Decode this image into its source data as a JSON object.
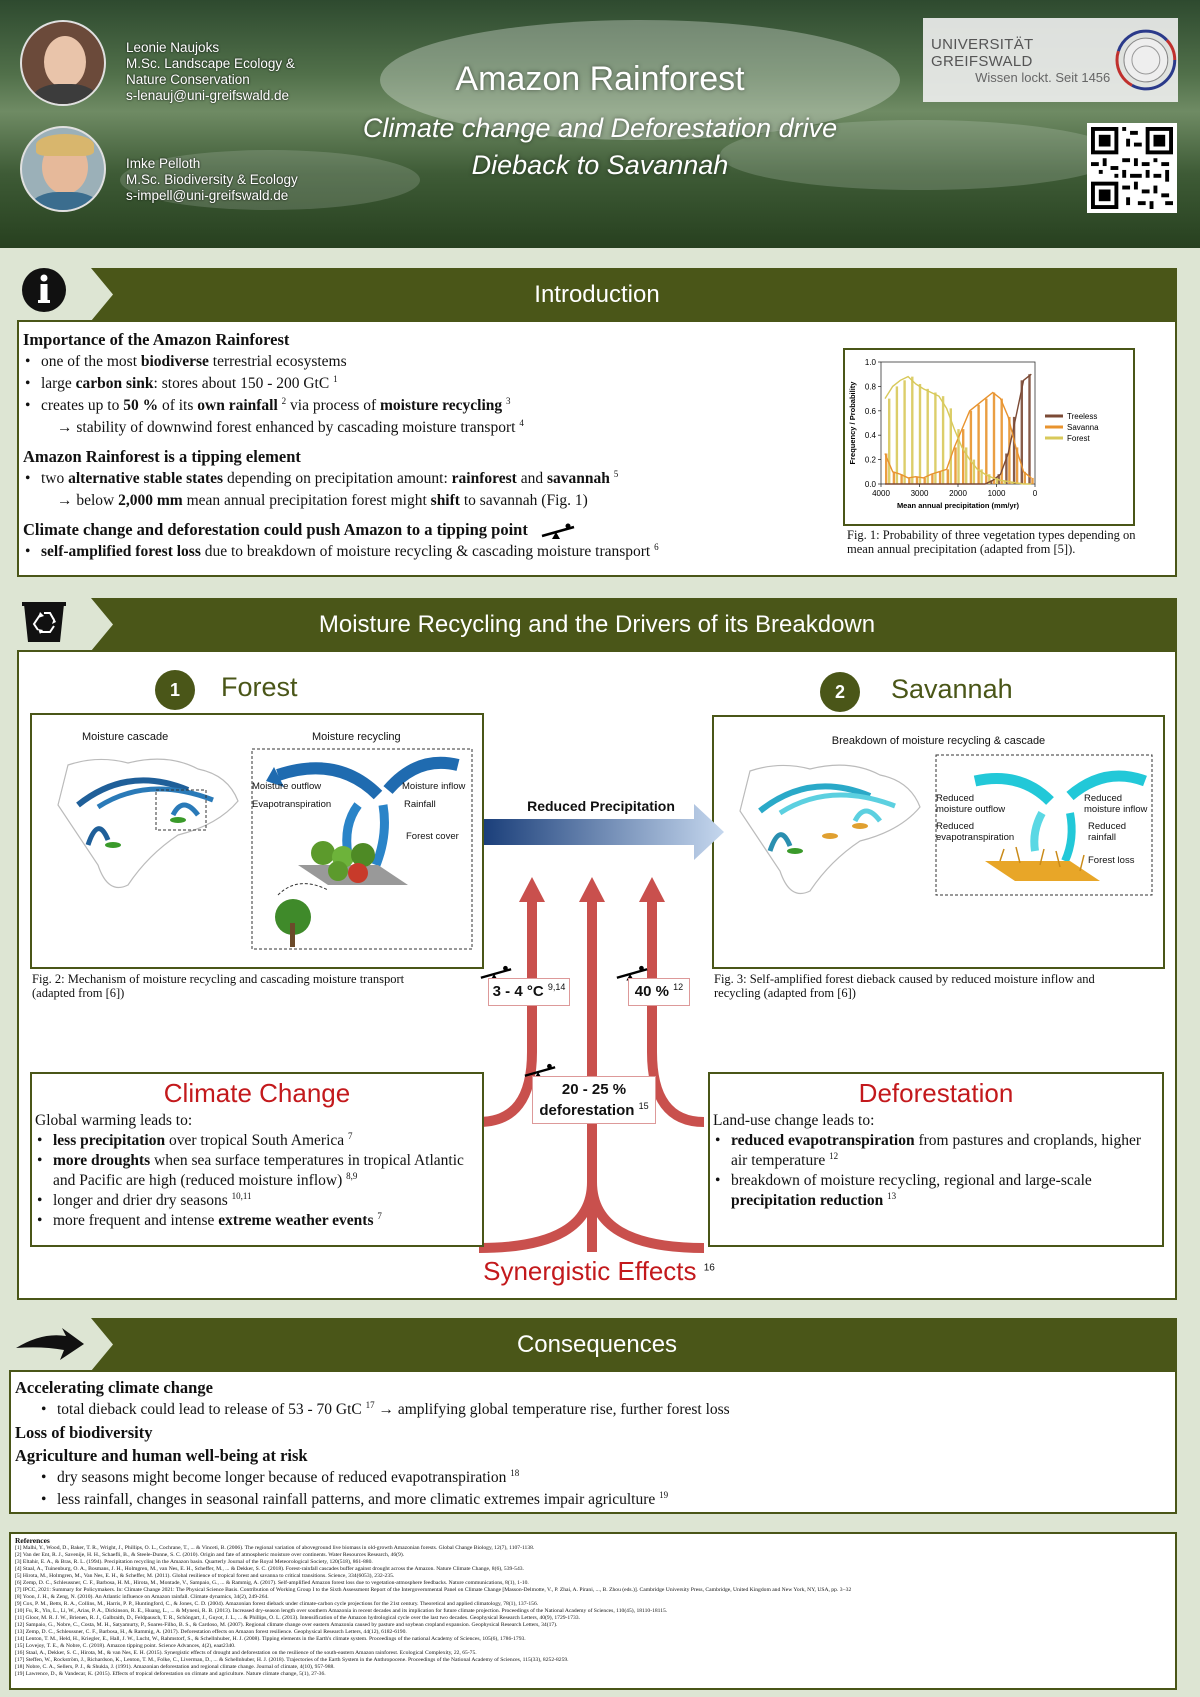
{
  "banner": {
    "authors": [
      {
        "name": "Leonie Naujoks",
        "degree": "M.Sc. Landscape Ecology &",
        "degree2": "Nature Conservation",
        "email": "s-lenauj@uni-greifswald.de"
      },
      {
        "name": "Imke Pelloth",
        "degree": "M.Sc. Biodiversity & Ecology",
        "email": "s-impell@uni-greifswald.de"
      }
    ],
    "title": "Amazon Rainforest",
    "subtitle_line1": "Climate change and Deforestation drive",
    "subtitle_line2": "Dieback to Savannah",
    "university": "UNIVERSITÄT GREIFSWALD",
    "university_motto": "Wissen lockt. Seit 1456"
  },
  "introduction": {
    "title": "Introduction",
    "h1": "Importance of the Amazon Rainforest",
    "b1_pre": "one of the most ",
    "b1_bold": "biodiverse",
    "b1_post": " terrestrial ecosystems",
    "b2_pre": "large ",
    "b2_bold": "carbon sink",
    "b2_post": ": stores about 150 - 200 GtC ",
    "b2_ref": "1",
    "b3_pre": "creates up to ",
    "b3_bold1": "50 %",
    "b3_mid": " of its ",
    "b3_bold2": "own rainfall",
    "b3_ref1": "2",
    "b3_mid2": " via process of ",
    "b3_bold3": "moisture recycling",
    "b3_ref2": "3",
    "b3_sub": "→ stability of downwind forest enhanced by cascading moisture transport ",
    "b3_sub_ref": "4",
    "h2": "Amazon Rainforest is a tipping element",
    "b4_pre": "two ",
    "b4_bold1": "alternative stable states",
    "b4_mid": " depending on precipitation amount: ",
    "b4_bold2": "rainforest",
    "b4_and": " and ",
    "b4_bold3": "savannah",
    "b4_ref": "5",
    "b4_sub_pre": "→ below ",
    "b4_sub_bold": "2,000 mm",
    "b4_sub_mid": " mean annual precipitation forest might ",
    "b4_sub_bold2": "shift",
    "b4_sub_post": " to savannah (Fig. 1)",
    "h3": "Climate change and deforestation could push Amazon to a tipping point",
    "b5_bold": "self-amplified forest loss",
    "b5_post": " due to breakdown of moisture recycling & cascading moisture transport ",
    "b5_ref": "6",
    "fig1_caption": "Fig. 1: Probability of three vegetation types depending on mean annual precipitation (adapted from [5])."
  },
  "chart_data": {
    "type": "bar",
    "x": [
      4000,
      3800,
      3600,
      3400,
      3200,
      3000,
      2800,
      2600,
      2400,
      2200,
      2000,
      1800,
      1600,
      1400,
      1200,
      1000,
      800,
      600,
      400,
      200
    ],
    "series": [
      {
        "name": "Treeless",
        "values": [
          0,
          0,
          0,
          0,
          0,
          0,
          0,
          0,
          0,
          0,
          0,
          0,
          0,
          0,
          0.03,
          0.08,
          0.25,
          0.55,
          0.85,
          0.9
        ]
      },
      {
        "name": "Savanna",
        "values": [
          0.25,
          0.1,
          0.08,
          0.05,
          0.06,
          0.05,
          0.08,
          0.1,
          0.12,
          0.3,
          0.45,
          0.6,
          0.65,
          0.7,
          0.75,
          0.7,
          0.55,
          0.3,
          0.1,
          0.05
        ]
      },
      {
        "name": "Forest",
        "values": [
          0.7,
          0.8,
          0.85,
          0.88,
          0.82,
          0.78,
          0.75,
          0.72,
          0.62,
          0.45,
          0.3,
          0.2,
          0.12,
          0.08,
          0.05,
          0.03,
          0.02,
          0.01,
          0,
          0
        ]
      }
    ],
    "xlabel": "Mean annual precipitation (mm/yr)",
    "ylabel": "Frequency / Probability",
    "xticks": [
      "4000",
      "3000",
      "2000",
      "1000",
      "0"
    ],
    "yticks": [
      "0.0",
      "0.2",
      "0.4",
      "0.6",
      "0.8",
      "1.0"
    ],
    "ylim": [
      0,
      1
    ],
    "legend_position": "right",
    "colors": {
      "Treeless": "#7b4a35",
      "Savanna": "#e8932e",
      "Forest": "#d8c95a"
    }
  },
  "moisture": {
    "title": "Moisture Recycling and the Drivers of its Breakdown",
    "forest_num": "1",
    "forest_title": "Forest",
    "savannah_num": "2",
    "savannah_title": "Savannah",
    "fig2_labels": {
      "cascade": "Moisture cascade",
      "recycling": "Moisture recycling",
      "outflow": "Moisture outflow",
      "inflow": "Moisture inflow",
      "evapo": "Evapotranspiration",
      "rainfall": "Rainfall",
      "cover": "Forest cover"
    },
    "fig2_caption": "Fig. 2: Mechanism of moisture recycling and cascading moisture transport (adapted from [6])",
    "fig3_labels": {
      "title": "Breakdown of moisture recycling & cascade",
      "red_outflow": "Reduced moisture outflow",
      "red_evapo": "Reduced evapotranspiration",
      "red_inflow": "Reduced moisture inflow",
      "red_rain": "Reduced rainfall",
      "loss": "Forest loss"
    },
    "fig3_caption": "Fig. 3: Self-amplified forest dieback caused by reduced moisture inflow and recycling (adapted from [6])",
    "reduced_precip": "Reduced Precipitation",
    "tag1": "3 - 4 °C",
    "tag1_ref": "9,14",
    "tag2": "40 %",
    "tag2_ref": "12",
    "tag3_line1": "20 - 25 %",
    "tag3_line2": "deforestation",
    "tag3_ref": "15",
    "synergistic": "Synergistic Effects",
    "synergistic_ref": "16",
    "cc_title": "Climate Change",
    "cc_intro": "Global warming leads to:",
    "cc_b1_bold": "less precipitation",
    "cc_b1_post": " over tropical South America ",
    "cc_b1_ref": "7",
    "cc_b2_bold": "more droughts",
    "cc_b2_post": " when sea surface temperatures in tropical Atlantic and Pacific are high (reduced moisture inflow) ",
    "cc_b2_ref": "8,9",
    "cc_b3": "longer and drier dry seasons ",
    "cc_b3_ref": "10,11",
    "cc_b4_pre": "more frequent and intense ",
    "cc_b4_bold": "extreme weather events",
    "cc_b4_ref": "7",
    "df_title": "Deforestation",
    "df_intro": "Land-use change leads to:",
    "df_b1_bold": "reduced evapotranspiration",
    "df_b1_post": " from pastures and croplands, higher air temperature ",
    "df_b1_ref": "12",
    "df_b2_pre": "breakdown of moisture recycling, regional and large-scale ",
    "df_b2_bold": "precipitation reduction",
    "df_b2_ref": "13"
  },
  "consequences": {
    "title": "Consequences",
    "h1": "Accelerating climate change",
    "b1": "total dieback could lead to release of 53 - 70 GtC ",
    "b1_ref": "17",
    "b1_post": " → amplifying global temperature rise, further forest loss",
    "h2": "Loss of biodiversity",
    "h3": "Agriculture and human well-being at risk",
    "b2": "dry seasons might become longer because of reduced evapotranspiration ",
    "b2_ref": "18",
    "b3": "less rainfall, changes in seasonal rainfall patterns, and more climatic extremes impair agriculture ",
    "b3_ref": "19"
  },
  "references": {
    "title": "References",
    "items": [
      "[1] Malhi, Y., Wood, D., Baker, T. R., Wright, J., Phillips, O. L., Cochrane, T., ... & Vinceti, B. (2006). The regional variation of aboveground live biomass in old-growth Amazonian forests. Global Change Biology, 12(7), 1107-1138.",
      "[2] Van der Ent, R. J., Savenije, H. H., Schaefli, B., & Steele-Dunne, S. C. (2010). Origin and fate of atmospheric moisture over continents. Water Resources Research, 46(9).",
      "[3] Eltahir, E. A., & Bras, R. L. (1994). Precipitation recycling in the Amazon basin. Quarterly Journal of the Royal Meteorological Society, 120(518), 861-880.",
      "[4] Staal, A., Tuinenburg, O. A., Bosmans, J. H., Holmgren, M., van Nes, E. H., Scheffer, M., ... & Dekker, S. C. (2018). Forest-rainfall cascades buffer against drought across the Amazon. Nature Climate Change, 8(6), 539-543.",
      "[5] Hirota, M., Holmgren, M., Van Nes, E. H., & Scheffer, M. (2011). Global resilience of tropical forest and savanna to critical transitions. Science, 334(6053), 232-235.",
      "[6] Zemp, D. C., Schleussner, C. F., Barbosa, H. M., Hirota, M., Montade, V., Sampaio, G., ... & Rammig, A. (2017). Self-amplified Amazon forest loss due to vegetation-atmosphere feedbacks. Nature communications, 8(1), 1-10.",
      "[7] IPCC, 2021: Summary for Policymakers. In: Climate Change 2021: The Physical Science Basis. Contribution of Working Group I to the Sixth Assessment Report of the Intergovernmental Panel on Climate Change [Masson-Delmotte, V., P. Zhai, A. Pirani, ..., B. Zhou (eds.)]. Cambridge University Press, Cambridge, United Kingdom and New York, NY, USA, pp. 3−32",
      "[8] Yoon, J. H., & Zeng, N. (2010). An Atlantic influence on Amazon rainfall. Climate dynamics, 34(2), 249-264.",
      "[9] Cox, P. M., Betts, R. A., Collins, M., Harris, P. P., Huntingford, C., & Jones, C. D. (2004). Amazonian forest dieback under climate-carbon cycle projections for the 21st century. Theoretical and applied climatology, 78(1), 137-156.",
      "[10] Fu, R., Yin, L., Li, W., Arias, P. A., Dickinson, R. E., Huang, L., ... & Myneni, R. B. (2013). Increased dry-season length over southern Amazonia in recent decades and its implication for future climate projection. Proceedings of the National Academy of Sciences, 110(45), 18110-18115.",
      "[11] Gloor, M. R. J. W., Brienen, R. J., Galbraith, D., Feldpausch, T. R., Schöngart, J., Guyot, J. L., ... & Phillips, O. L. (2013). Intensification of the Amazon hydrological cycle over the last two decades. Geophysical Research Letters, 40(9), 1729-1733.",
      "[12] Sampaio, G., Nobre, C., Costa, M. H., Satyamurty, P., Soares-Filho, B. S., & Cardoso, M. (2007). Regional climate change over eastern Amazonia caused by pasture and soybean cropland expansion. Geophysical Research Letters, 34(17).",
      "[13] Zemp, D. C., Schleussner, C. F., Barbosa, H., & Rammig, A. (2017). Deforestation effects on Amazon forest resilience. Geophysical Research Letters, 44(12), 6182-6190.",
      "[14] Lenton, T. M., Held, H., Kriegler, E., Hall, J. W., Lucht, W., Rahmstorf, S., & Schellnhuber, H. J. (2008). Tipping elements in the Earth's climate system. Proceedings of the national Academy of Sciences, 105(6), 1786-1793.",
      "[15] Lovejoy, T. E., & Nobre, C. (2018). Amazon tipping point. Science Advances, 4(2), eaat2340.",
      "[16] Staal, A., Dekker, S. C., Hirota, M., & van Nes, E. H. (2015). Synergistic effects of drought and deforestation on the resilience of the south-eastern Amazon rainforest. Ecological Complexity, 22, 65-75.",
      "[17] Steffen, W., Rockström, J., Richardson, K., Lenton, T. M., Folke, C., Liverman, D., ... & Schellnhuber, H. J. (2018). Trajectories of the Earth System in the Anthropocene. Proceedings of the National Academy of Sciences, 115(33), 8252-8259.",
      "[18] Nobre, C. A., Sellers, P. J., & Shukla, J. (1991). Amazonian deforestation and regional climate change. Journal of climate, 4(10), 957-988.",
      "[19] Lawrence, D., & Vandecar, K. (2015). Effects of tropical deforestation on climate and agriculture. Nature climate change, 5(1), 27-36."
    ]
  }
}
